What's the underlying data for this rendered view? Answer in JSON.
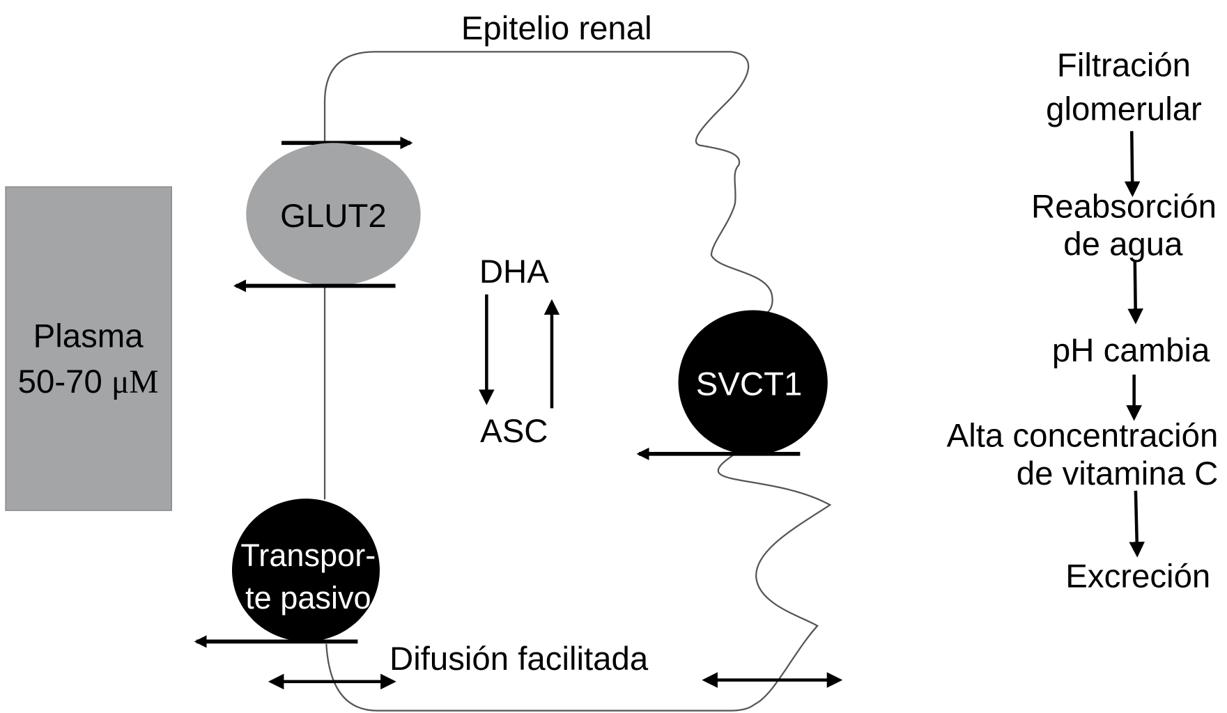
{
  "title": "Epitelio renal",
  "plasma": {
    "label": "Plasma",
    "concentration": "50-70",
    "unit": "μM",
    "color": "#a4a5a7"
  },
  "transporters": {
    "glut2": {
      "label": "GLUT2",
      "color": "#a4a5a7"
    },
    "svct1": {
      "label": "SVCT1",
      "color": "#000000"
    },
    "passive": {
      "line1": "Transpor-",
      "line2": "te pasivo",
      "color": "#000000"
    }
  },
  "redox": {
    "top": "DHA",
    "bottom": "ASC"
  },
  "bottom_label": "Difusión facilitada",
  "pathway": {
    "steps": [
      {
        "line1": "Filtración",
        "line2": "glomerular"
      },
      {
        "line1": "Reabsorción",
        "line2": "de agua"
      },
      {
        "line1": "pH cambia"
      },
      {
        "line1": "Alta concentración",
        "line2": "de vitamina C"
      },
      {
        "line1": "Excreción"
      }
    ]
  }
}
